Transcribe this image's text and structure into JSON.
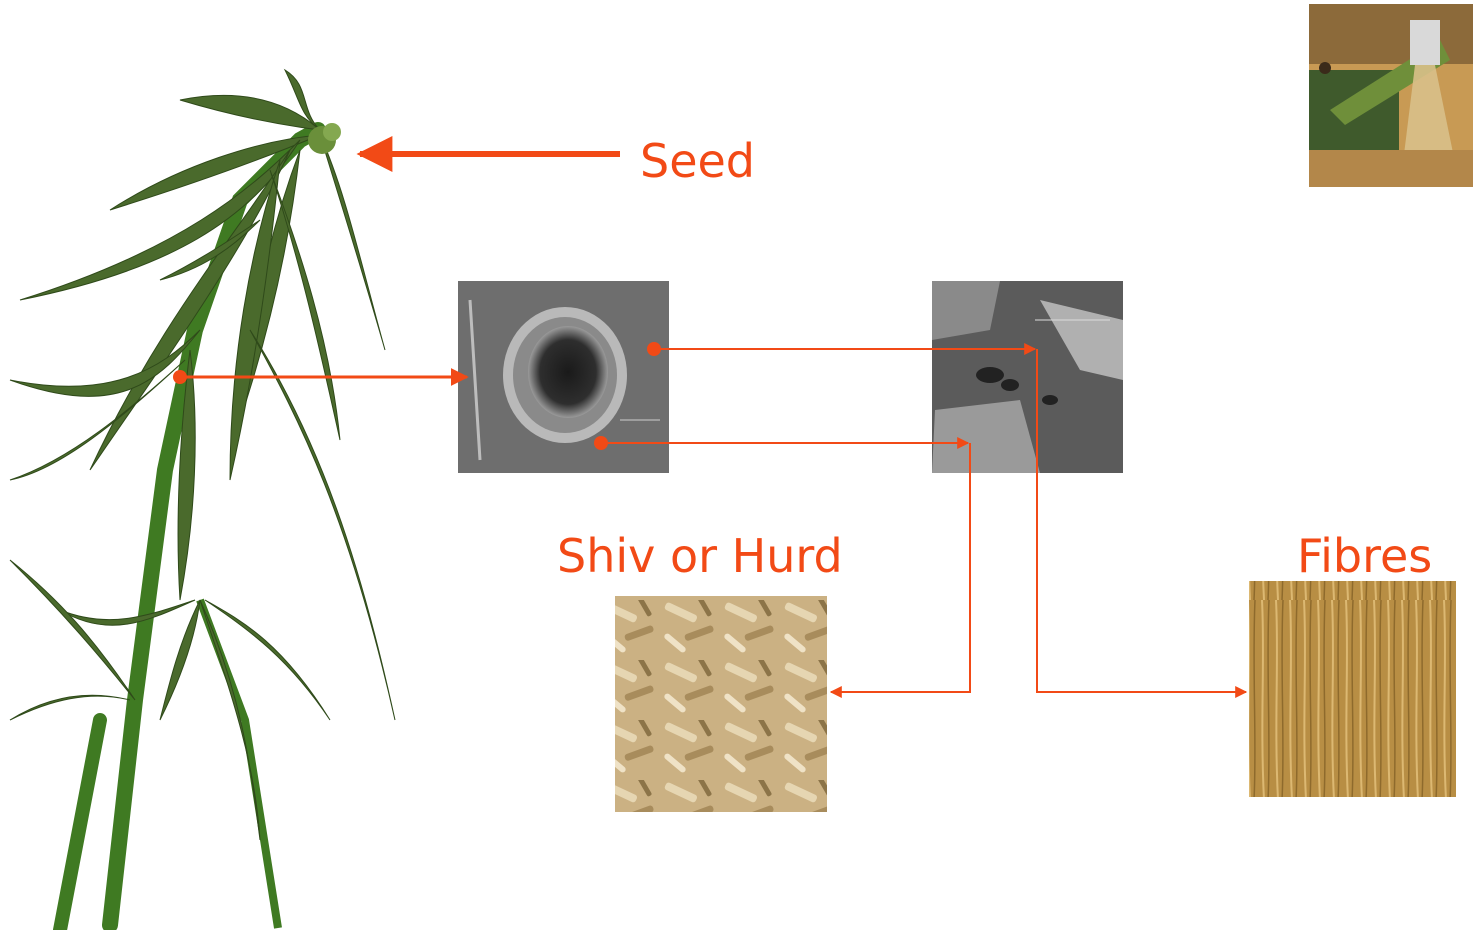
{
  "labels": {
    "seed": "Seed",
    "shiv": "Shiv or Hurd",
    "fibres": "Fibres"
  },
  "colors": {
    "accent": "#f24a16",
    "leaf": "#4a6a2c",
    "stem": "#3f7a22",
    "sem_gray": "#6e6e6e",
    "straw": "#c9ad7a",
    "fibre": "#b98f42"
  }
}
